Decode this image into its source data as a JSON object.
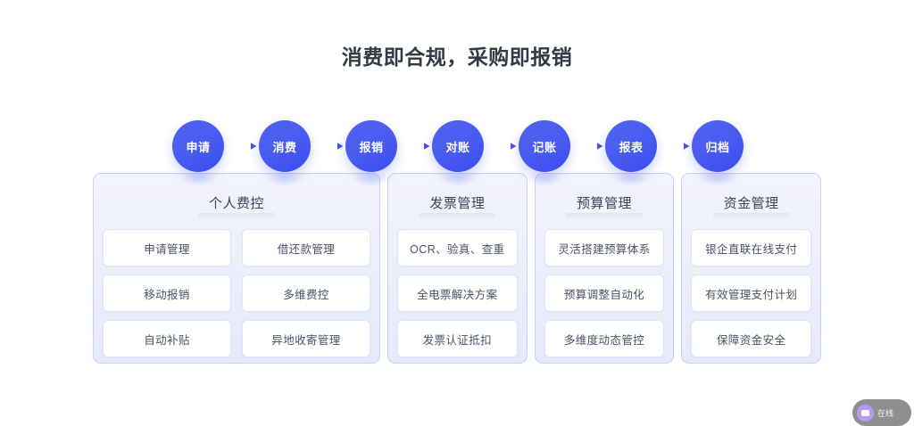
{
  "page": {
    "title": "消费即合规，采购即报销",
    "background_color": "#ffffff",
    "title_color": "#333a45",
    "accent_color": "#4453f0",
    "panel_background": "#eceefb",
    "panel_border": "#c9cff5",
    "card_background": "#ffffff",
    "card_border": "#dfe3f7"
  },
  "flow": {
    "steps": [
      {
        "label": "申请"
      },
      {
        "label": "消费"
      },
      {
        "label": "报销"
      },
      {
        "label": "对账"
      },
      {
        "label": "记账"
      },
      {
        "label": "报表"
      },
      {
        "label": "归档"
      }
    ],
    "connector_icon": "arrow-right-icon"
  },
  "panels": [
    {
      "title": "个人费控",
      "columns": 2,
      "cards": [
        "申请管理",
        "借还款管理",
        "移动报销",
        "多维费控",
        "自动补贴",
        "异地收寄管理"
      ]
    },
    {
      "title": "发票管理",
      "columns": 1,
      "cards": [
        "OCR、验真、查重",
        "全电票解决方案",
        "发票认证抵扣"
      ]
    },
    {
      "title": "预算管理",
      "columns": 1,
      "cards": [
        "灵活搭建预算体系",
        "预算调整自动化",
        "多维度动态管控"
      ]
    },
    {
      "title": "资金管理",
      "columns": 1,
      "cards": [
        "银企直联在线支付",
        "有效管理支付计划",
        "保障资金安全"
      ]
    }
  ],
  "float_widget": {
    "label": "在线",
    "icon": "chat-bubble-icon"
  }
}
